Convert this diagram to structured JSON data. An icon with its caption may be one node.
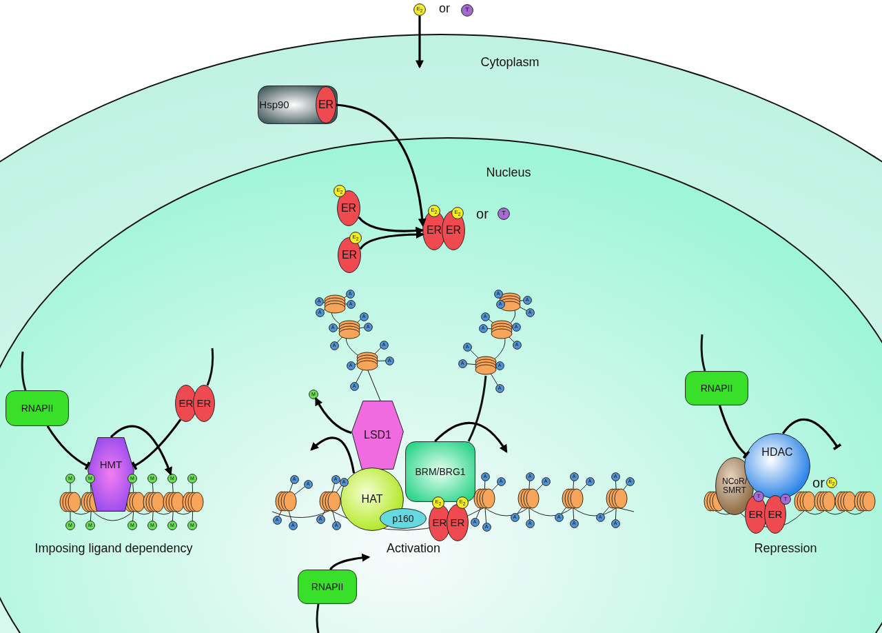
{
  "diagram": {
    "nodes": [
      {
        "text": [
          "E$_{2}$"
        ]
      },
      {
        "text": [
          "T"
        ]
      },
      {
        "text": [
          "Hsp90"
        ]
      },
      {
        "text": [
          "ER"
        ],
        "in": 2
      },
      {
        "text": [
          "ER"
        ]
      },
      {
        "text": [
          "E$_{2}$"
        ]
      },
      {
        "text": [
          "ER"
        ]
      },
      {
        "text": [
          "E$_{2}$"
        ]
      },
      {
        "text": [
          "ER"
        ]
      },
      {
        "text": [
          "ER"
        ]
      },
      {
        "text": [
          "E$_{2}$"
        ]
      },
      {
        "text": [
          "E$_{2}$"
        ]
      },
      {
        "text": [
          "T"
        ]
      },
      {
        "text": [
          "LSD1"
        ]
      },
      {
        "text": [
          "BRM/BRG1"
        ]
      },
      {
        "text": [
          "HAT"
        ]
      },
      {
        "text": [
          "p160"
        ]
      },
      {
        "text": [
          "ER"
        ]
      },
      {
        "text": [
          "ER"
        ]
      },
      {
        "text": [
          "E$_{2}$"
        ]
      },
      {
        "text": [
          "E$_{2}$"
        ]
      },
      {
        "text": [
          "M"
        ]
      },
      {
        "text": [
          "RNAPII"
        ]
      },
      {
        "text": [
          "RNAPII"
        ]
      },
      {
        "text": [
          "ER"
        ]
      },
      {
        "text": [
          "ER"
        ]
      },
      {
        "text": [
          "HMT"
        ]
      },
      {
        "text": [
          "M"
        ]
      },
      {
        "text": [
          "M"
        ]
      },
      {
        "text": [
          "M"
        ]
      },
      {
        "text": [
          "M"
        ]
      },
      {
        "text": [
          "M"
        ]
      },
      {
        "text": [
          "M"
        ]
      },
      {
        "text": [
          "M"
        ]
      },
      {
        "text": [
          "M"
        ]
      },
      {
        "text": [
          "M"
        ]
      },
      {
        "text": [
          "M"
        ]
      },
      {
        "text": [
          "M"
        ]
      },
      {
        "text": [
          "M"
        ]
      },
      {
        "text": [
          "RNAPII"
        ]
      },
      {
        "text": [
          "NCoR/ SMRT"
        ]
      },
      {
        "text": [
          "HDAC"
        ]
      },
      {
        "text": [
          "ER"
        ]
      },
      {
        "text": [
          "ER"
        ]
      },
      {
        "text": [
          "T"
        ]
      },
      {
        "text": [
          "T"
        ]
      },
      {
        "text": [
          "E$_{2}$"
        ]
      },
      {
        "text": [
          "A"
        ]
      },
      {
        "text": [
          "A"
        ]
      },
      {
        "text": [
          "A"
        ]
      },
      {
        "text": [
          "A"
        ]
      },
      {
        "text": [
          "A"
        ]
      },
      {
        "text": [
          "A"
        ]
      },
      {
        "text": [
          "A"
        ]
      },
      {
        "text": [
          "A"
        ]
      },
      {
        "text": [
          "A"
        ]
      },
      {
        "text": [
          "A"
        ]
      },
      {
        "text": [
          "A"
        ]
      },
      {
        "text": [
          "A"
        ]
      },
      {
        "text": [
          "A"
        ]
      },
      {
        "text": [
          "A"
        ]
      },
      {
        "text": [
          "A"
        ]
      },
      {
        "text": [
          "A"
        ]
      },
      {
        "text": [
          "A"
        ]
      },
      {
        "text": [
          "A"
        ]
      },
      {
        "text": [
          "A"
        ]
      },
      {
        "text": [
          "A"
        ]
      },
      {
        "text": [
          "A"
        ]
      },
      {
        "text": [
          "A"
        ]
      },
      {
        "text": [
          "A"
        ]
      },
      {
        "text": [
          "A"
        ]
      },
      {
        "text": [
          "A"
        ]
      },
      {
        "text": [
          "A"
        ]
      },
      {
        "text": [
          "A"
        ]
      },
      {
        "text": [
          "A"
        ]
      },
      {
        "text": [
          "A"
        ]
      },
      {
        "text": [
          "A"
        ]
      },
      {
        "text": [
          "A"
        ]
      },
      {
        "text": [
          "A"
        ]
      },
      {
        "text": [
          "A"
        ]
      },
      {
        "text": [
          "A"
        ]
      },
      {
        "text": [
          "A"
        ]
      },
      {
        "text": [
          "A"
        ]
      },
      {
        "text": [
          "A"
        ]
      },
      {
        "text": [
          "A"
        ]
      },
      {
        "text": [
          "A"
        ]
      },
      {
        "text": [
          "A"
        ]
      },
      {
        "text": [
          "A"
        ]
      },
      {
        "text": [
          "A"
        ]
      },
      {
        "text": [
          "A"
        ]
      },
      {
        "text": [
          "A"
        ]
      },
      {
        "text": [
          "A"
        ]
      },
      {
        "text": [
          "A"
        ]
      },
      {
        "text": [
          "A"
        ]
      },
      {
        "text": [
          "A"
        ]
      }
    ],
    "edges": [
      {
        "from": 0,
        "to": null,
        "arrow": "to"
      },
      {
        "from": 3,
        "to": 8,
        "arrow": "to"
      },
      {
        "from": 4,
        "to": 8,
        "arrow": "to"
      },
      {
        "from": 6,
        "to": 8,
        "arrow": "to"
      },
      {
        "from": 13,
        "to": 21,
        "arrow": "to"
      },
      {
        "from": 15,
        "to": null,
        "arrow": "to"
      },
      {
        "from": 14,
        "to": null,
        "arrow": "to"
      },
      {
        "from": 22,
        "to": null,
        "arrow": "to"
      },
      {
        "from": 23,
        "to": 26,
        "arrow": "other"
      },
      {
        "from": 24,
        "to": 26,
        "arrow": "other"
      },
      {
        "from": 26,
        "to": 31,
        "arrow": "to"
      },
      {
        "from": 39,
        "to": 41,
        "arrow": "other"
      },
      {
        "from": 41,
        "to": null,
        "arrow": "other"
      }
    ],
    "labels": [
      "or",
      "Cytoplasm",
      "Nucleus",
      "or",
      "or",
      "Imposing ligand dependency",
      "Activation",
      "Repression"
    ]
  }
}
